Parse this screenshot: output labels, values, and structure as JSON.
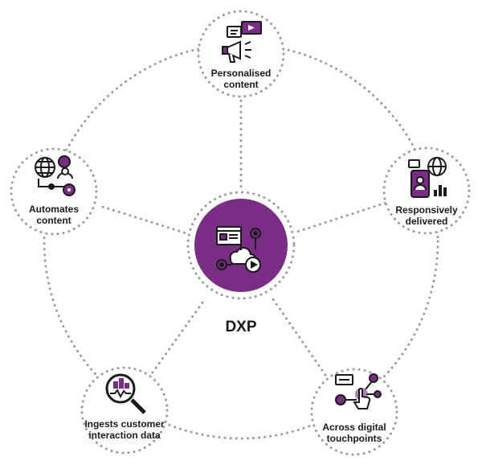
{
  "center": {
    "label": "DXP",
    "icon": "cloud-media-icon",
    "color": "#7a2d84"
  },
  "nodes": [
    {
      "id": "personalised",
      "lines": [
        "Personalised",
        "content"
      ],
      "icon": "megaphone-media-icon"
    },
    {
      "id": "responsive",
      "lines": [
        "Responsively",
        "delivered"
      ],
      "icon": "mobile-globe-icon"
    },
    {
      "id": "touchpoints",
      "lines": [
        "Across digital",
        "touchpoints"
      ],
      "icon": "touch-network-icon"
    },
    {
      "id": "ingests",
      "lines": [
        "Ingests customer",
        "interaction data"
      ],
      "icon": "magnify-chart-icon"
    },
    {
      "id": "automates",
      "lines": [
        "Automates",
        "content"
      ],
      "icon": "globe-automation-icon"
    }
  ],
  "colors": {
    "accent": "#7a2d84",
    "ink": "#1a1a1a",
    "dots": "#9a9a9a"
  }
}
